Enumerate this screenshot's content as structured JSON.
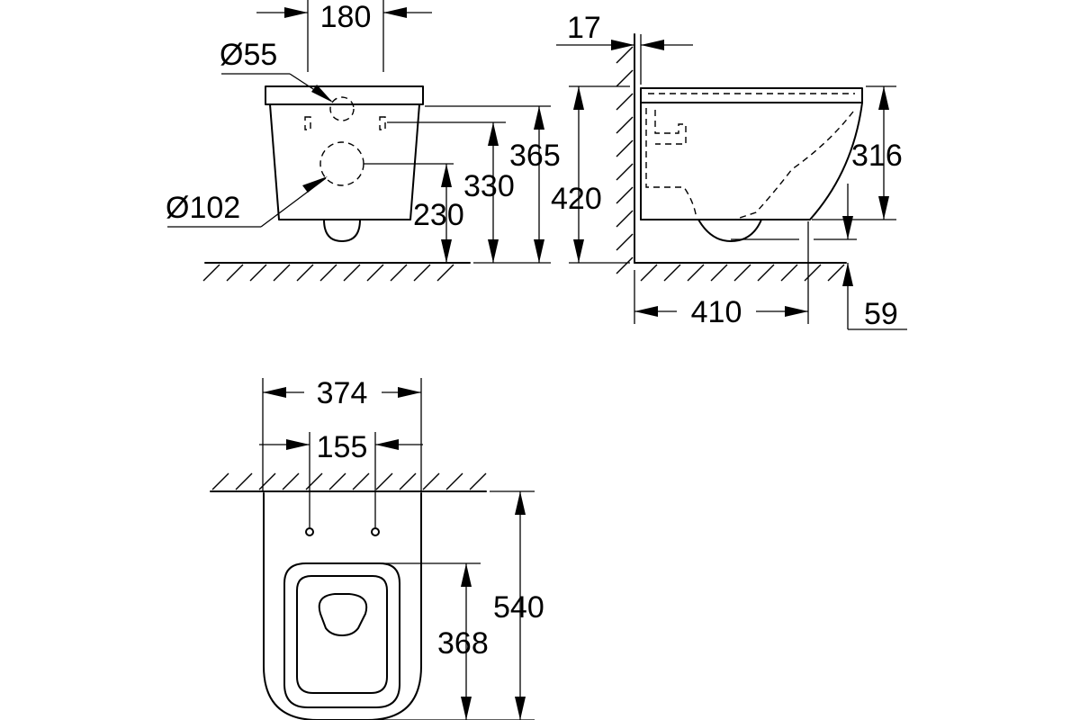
{
  "front_view": {
    "width_between_holes": "180",
    "hole_diameter": "Ø55",
    "outlet_diameter": "Ø102",
    "outlet_height": "230",
    "fixing_height": "330",
    "total_height": "365"
  },
  "side_view": {
    "wall_gap": "17",
    "total_height": "420",
    "bowl_height": "316",
    "projection": "410",
    "outlet_offset": "59"
  },
  "top_view": {
    "width": "374",
    "fixing_spacing": "155",
    "length": "540",
    "seat_length": "368"
  }
}
